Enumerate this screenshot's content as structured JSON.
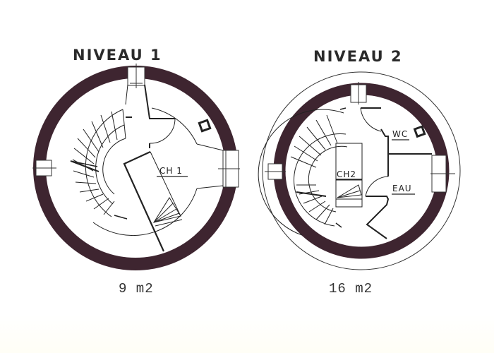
{
  "plans": [
    {
      "title": "NIVEAU 1",
      "area": "9 m2",
      "rooms": [
        {
          "label": "CH 1"
        }
      ]
    },
    {
      "title": "NIVEAU 2",
      "area": "16 m2",
      "rooms": [
        {
          "label": "CH2"
        },
        {
          "label": "WC"
        },
        {
          "label": "EAU"
        }
      ]
    }
  ],
  "colors": {
    "wall": "#3e2530",
    "line": "#222222",
    "background": "#ffffff"
  }
}
